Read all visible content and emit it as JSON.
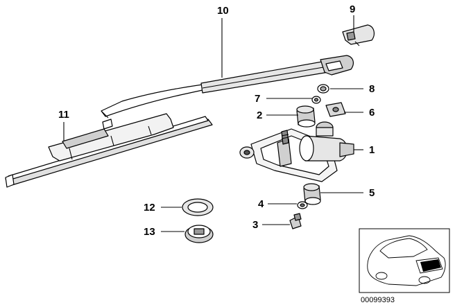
{
  "callouts": {
    "c1": "1",
    "c2": "2",
    "c3": "3",
    "c4": "4",
    "c5": "5",
    "c6": "6",
    "c7": "7",
    "c8": "8",
    "c9": "9",
    "c10": "10",
    "c11": "11",
    "c12": "12",
    "c13": "13"
  },
  "reference_number": "00099393",
  "colors": {
    "ink": "#000000",
    "paper": "#ffffff",
    "shade": "#d9d9d9",
    "dark": "#555555"
  }
}
